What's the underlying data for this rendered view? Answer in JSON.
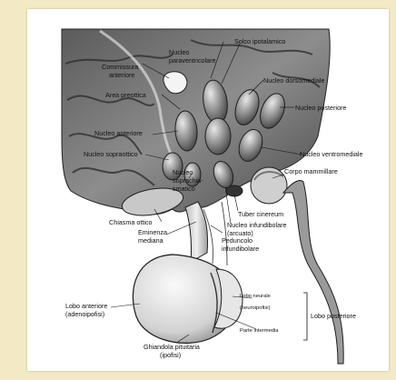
{
  "colors": {
    "background": "#f3e9c4",
    "panel": "#ffffff",
    "ink": "#111111"
  },
  "labels": {
    "solco_ipotalamico": "Solco ipotalamico",
    "nucleo_paraventricolare_1": "Nucleo",
    "nucleo_paraventricolare_2": "paraventricolare",
    "commissura_1": "Commissura",
    "commissura_2": "anteriore",
    "nucleo_dorsomediale": "Nucleo dorsomediale",
    "area_preottica": "Area preottica",
    "nucleo_posteriore": "Nucleo posteriore",
    "nucleo_anteriore": "Nucleo anteriore",
    "nucleo_sopraottico": "Nucleo sopraottico",
    "nucleo_ventromediale": "Nucleo ventromediale",
    "nucleo_soprachiasmatico_1": "Nucleo",
    "nucleo_soprachiasmatico_2": "soprachia-",
    "nucleo_soprachiasmatico_3": "smatico",
    "corpo_mammillare": "Corpo mammillare",
    "tuber_cinereum": "Tuber cinereum",
    "chiasma_ottico": "Chiasma ottico",
    "nucleo_infundibolare_1": "Nucleo infundibolare",
    "nucleo_infundibolare_2": "(arcuato)",
    "eminenza_1": "Eminenza",
    "eminenza_2": "mediana",
    "peduncolo_1": "Peduncolo",
    "peduncolo_2": "infundibolare",
    "lobo_neurale_1": "Lobo neurale",
    "lobo_neurale_2": "(neuroipofisi)",
    "lobo_anteriore_1": "Lobo anteriore",
    "lobo_anteriore_2": "(adenoipofisi)",
    "lobo_posteriore": "Lobo posteriore",
    "parte_intermedia": "Parte intermedia",
    "ghiandola_1": "Ghiandola pituitaria",
    "ghiandola_2": "(ipofisi)"
  }
}
